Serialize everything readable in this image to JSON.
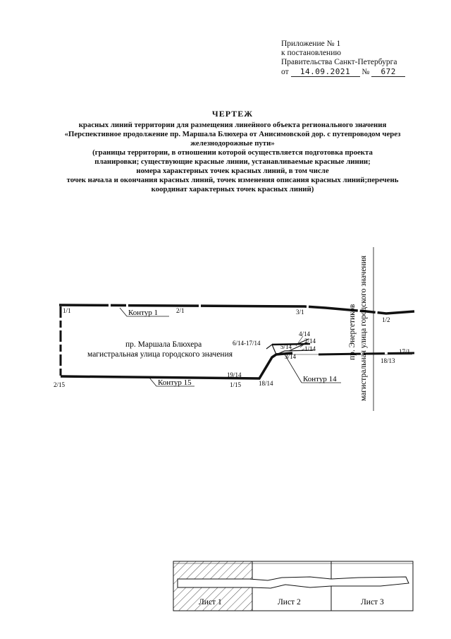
{
  "appendix": {
    "line1": "Приложение № 1",
    "line2": "к постановлению",
    "line3": "Правительства Санкт-Петербурга",
    "from_label": "от",
    "date": "14.09.2021",
    "number_label": "№",
    "number": "672"
  },
  "title": {
    "heading": "ЧЕРТЕЖ",
    "lines": [
      "красных линий территории для размещения линейного объекта регионального значения",
      "«Перспективное продолжение пр. Маршала Блюхера от Анисимовской дор. с путепроводом через",
      "железнодорожные пути»",
      "(границы территории, в отношении которой осуществляется подготовка проекта",
      "планировки; существующие красные линии, устанавливаемые красные линии;",
      "номера характерных точек красных линий, в том числе",
      "точек начала и окончания красных линий, точек изменения описания красных линий;перечень",
      "координат характерных точек красных линий)"
    ]
  },
  "drawing": {
    "street_main_name": "пр. Маршала Блюхера",
    "street_main_desc": "магистральная улица городского значения",
    "street_cross_name": "пр. Энергетиков",
    "street_cross_desc": "магистральная улица городского значения",
    "contour1": "Контур 1",
    "contour14": "Контур 14",
    "contour15": "Контур 15",
    "points": {
      "p1_1": "1/1",
      "p2_1": "2/1",
      "p3_1": "3/1",
      "p1_2": "1/2",
      "p2_15": "2/15",
      "p1_15": "1/15",
      "p19_14": "19/14",
      "p18_14": "18/14",
      "p6_14_17_14": "6/14-17/14",
      "p5_14": "5/14",
      "p4_14": "4/14",
      "p2_14": "2/14",
      "p1_14": "1/14",
      "p3_14": "3/14",
      "p17_1": "17/1",
      "p18_13": "18/13"
    }
  },
  "sheets": {
    "sheet1": "Лист 1",
    "sheet2": "Лист 2",
    "sheet3": "Лист 3"
  }
}
